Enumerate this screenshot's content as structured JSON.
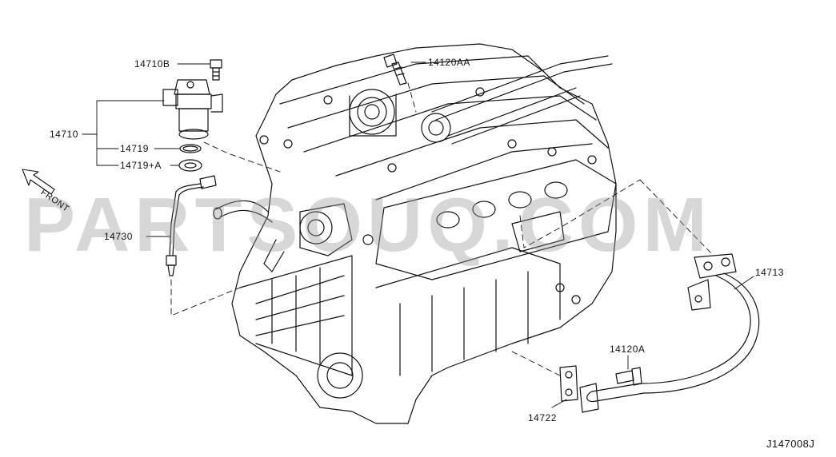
{
  "labels": {
    "p14710B": "14710B",
    "p14120AA": "14120AA",
    "p14710": "14710",
    "p14719": "14719",
    "p14719A": "14719+A",
    "p14730": "14730",
    "p14713": "14713",
    "p14120A": "14120A",
    "p14722": "14722",
    "front": "FRONT",
    "diagram_id": "J147008J"
  },
  "watermark": "PARTSOUQ.COM"
}
